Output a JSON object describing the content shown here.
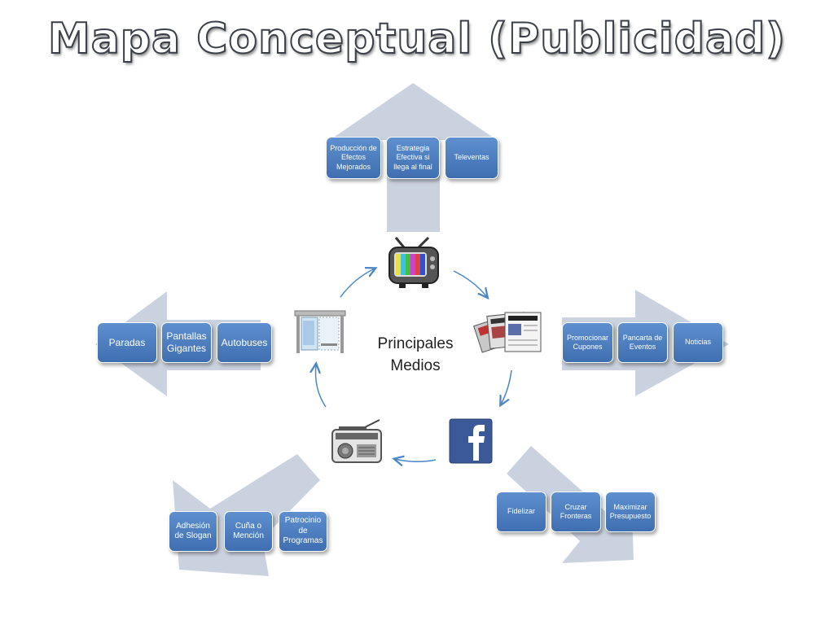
{
  "title": "Mapa Conceptual (Publicidad)",
  "center": {
    "label": "Principales\nMedios"
  },
  "colors": {
    "box": "#4a7ebf",
    "arrow": "#cbd2df",
    "cycle_arrow": "#4a86c5",
    "title_outline": "#3a3f47"
  },
  "media": {
    "tv": {
      "icon": "tv-icon",
      "items": [
        "Producción de Efectos Mejorados",
        "Estrategia Efectiva si llega al final",
        "Televentas"
      ]
    },
    "prensa": {
      "icon": "newspaper-icon",
      "items": [
        "Promocionar Cupones",
        "Pancarta de Eventos",
        "Noticias"
      ]
    },
    "facebook": {
      "icon": "facebook-icon",
      "items": [
        "Fidelizar",
        "Cruzar Fronteras",
        "Maximizar Presupuesto"
      ]
    },
    "radio": {
      "icon": "radio-icon",
      "items": [
        "Adhesión de Slogan",
        "Cuña o Mención",
        "Patrocinio de Programas"
      ]
    },
    "exterior": {
      "icon": "bus-stop-icon",
      "items": [
        "Paradas",
        "Pantallas Gigantes",
        "Autobuses"
      ]
    }
  }
}
